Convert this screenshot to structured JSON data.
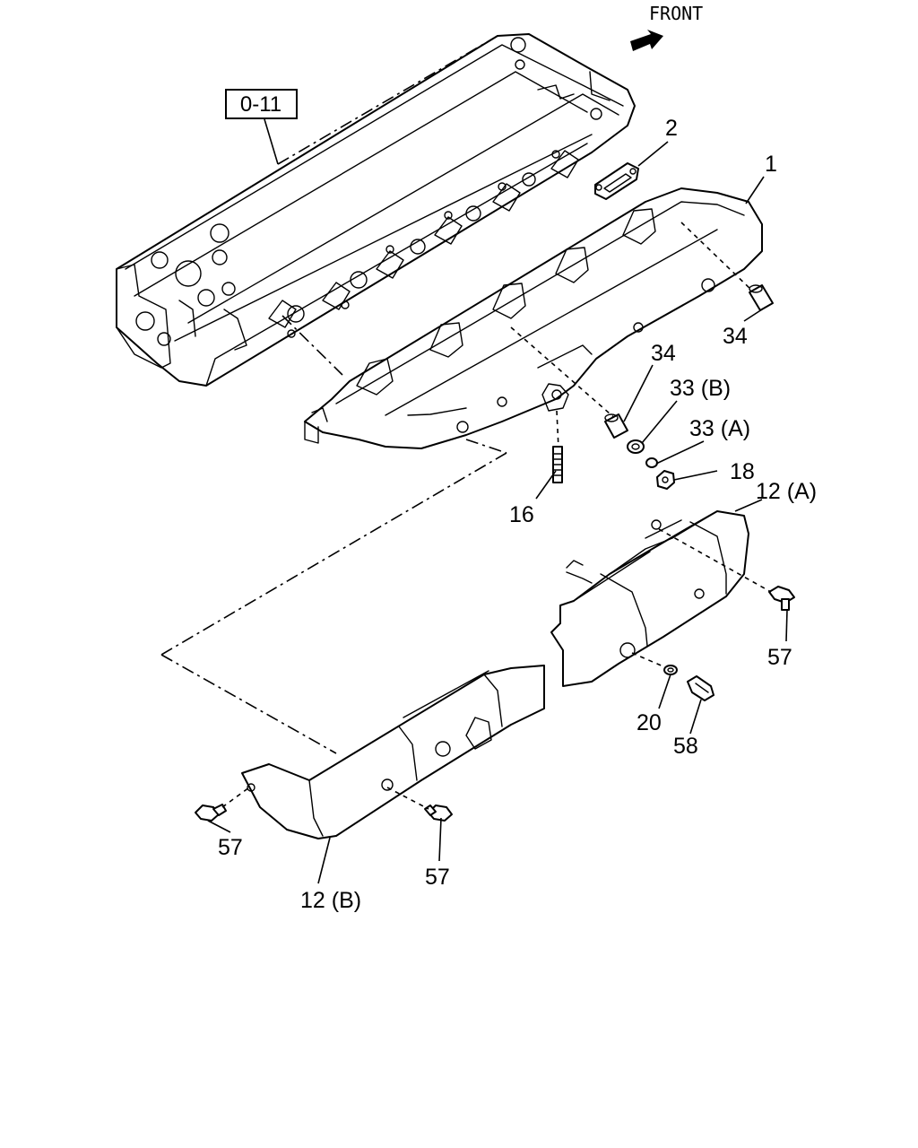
{
  "front_label": "FRONT",
  "ref_box": "0-11",
  "callouts": {
    "c1": "1",
    "c2": "2",
    "c34a": "34",
    "c34b": "34",
    "c33b": "33 (B)",
    "c33a": "33 (A)",
    "c18": "18",
    "c16": "16",
    "c12a": "12 (A)",
    "c57a": "57",
    "c20": "20",
    "c58": "58",
    "c57b": "57",
    "c57c": "57",
    "c12b": "12 (B)"
  }
}
